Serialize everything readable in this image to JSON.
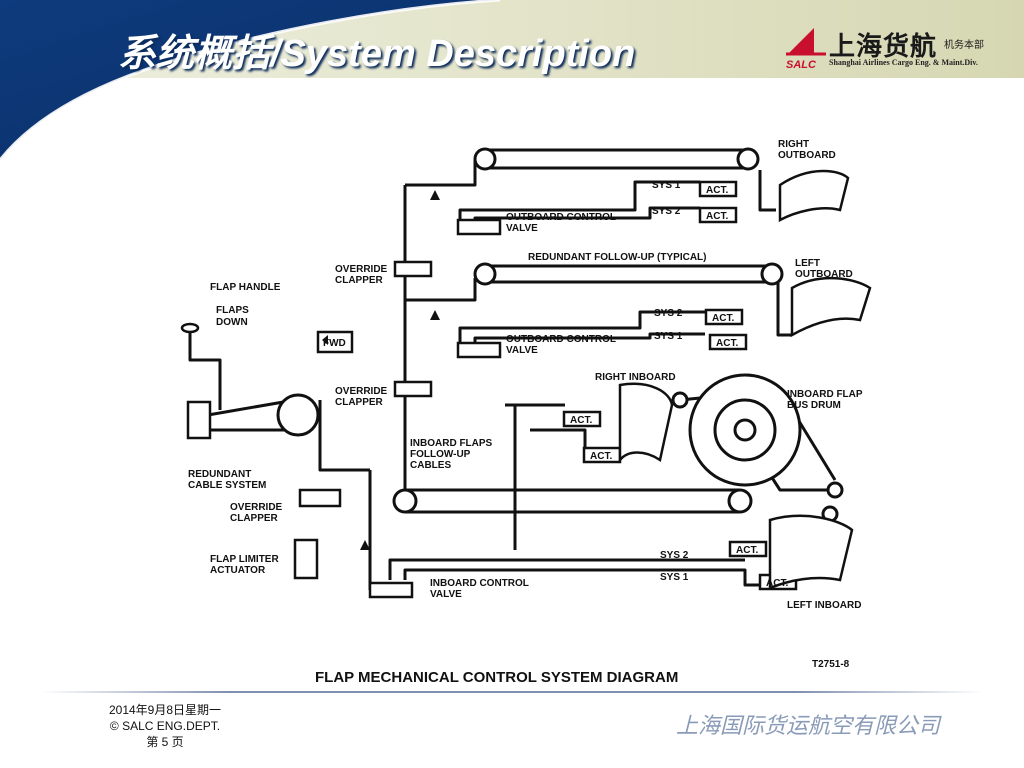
{
  "slide": {
    "title": "系统概括/System Description",
    "logo": {
      "mark": "SALC",
      "cn": "上海货航",
      "dept": "机务本部",
      "en": "Shanghai Airlines Cargo Eng. & Maint.Div."
    }
  },
  "diagram": {
    "title": "FLAP MECHANICAL CONTROL SYSTEM DIAGRAM",
    "ref": "T2751-8",
    "labels": {
      "flap_handle": "FLAP HANDLE",
      "flaps_down_1": "FLAPS",
      "flaps_down_2": "DOWN",
      "fwd": "FWD",
      "redundant_cable_1": "REDUNDANT",
      "redundant_cable_2": "CABLE SYSTEM",
      "override_1a": "OVERRIDE",
      "override_1b": "CLAPPER",
      "override_2a": "OVERRIDE",
      "override_2b": "CLAPPER",
      "override_3a": "OVERRIDE",
      "override_3b": "CLAPPER",
      "flap_limiter_1": "FLAP LIMITER",
      "flap_limiter_2": "ACTUATOR",
      "right_outboard_1": "RIGHT",
      "right_outboard_2": "OUTBOARD",
      "left_outboard_1": "LEFT",
      "left_outboard_2": "OUTBOARD",
      "redundant_followup": "REDUNDANT FOLLOW-UP (TYPICAL)",
      "ob_valve_1a": "OUTBOARD CONTROL",
      "ob_valve_1b": "VALVE",
      "ob_valve_2a": "OUTBOARD CONTROL",
      "ob_valve_2b": "VALVE",
      "right_inboard": "RIGHT INBOARD",
      "bus_drum_1": "INBOARD FLAP",
      "bus_drum_2": "BUS DRUM",
      "ib_followup_1": "INBOARD FLAPS",
      "ib_followup_2": "FOLLOW-UP",
      "ib_followup_3": "CABLES",
      "ib_valve_1": "INBOARD CONTROL",
      "ib_valve_2": "VALVE",
      "left_inboard": "LEFT INBOARD",
      "sys1": "SYS 1",
      "sys2": "SYS 2",
      "act": "ACT."
    }
  },
  "footer": {
    "date": "2014年9月8日星期一",
    "dept": "© SALC ENG.DEPT.",
    "page": "第 5 页",
    "company": "上海国际货运航空有限公司"
  }
}
